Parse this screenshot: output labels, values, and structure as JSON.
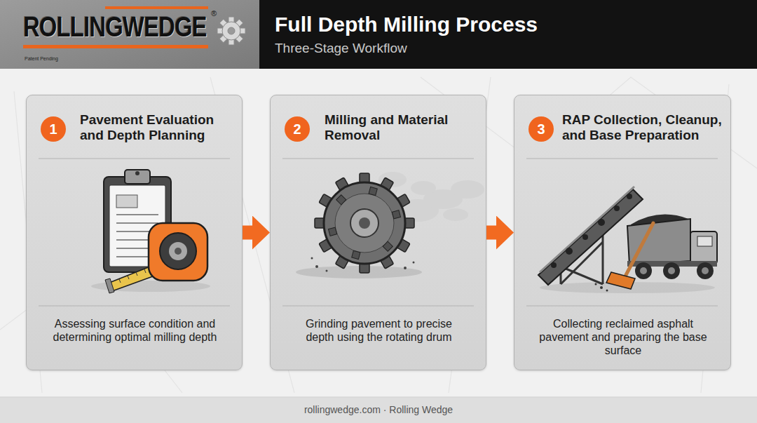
{
  "diagram": {
    "title": "Full Depth Milling Process",
    "caption": "rollingwedge.com · Rolling Wedge",
    "nodes": [
      {
        "text": [
          "Pavement Evaluation and Depth Planning",
          "Assessing surface condition and determining optimal milling depth"
        ]
      },
      {
        "text": [
          "1"
        ],
        "in": 0
      },
      {
        "text": [
          "Milling and Material Removal",
          "Grinding pavement to precise depth using the rotating drum"
        ]
      },
      {
        "text": [
          "2"
        ],
        "in": 2
      },
      {
        "text": [
          "RAP Collection, Cleanup, and Base Preparation",
          "Collecting reclaimed asphalt pavement and preparing the base surface"
        ]
      },
      {
        "text": [
          "3"
        ],
        "in": 4
      }
    ],
    "edges": [
      {
        "from": 0,
        "to": 2,
        "arrow": "to"
      },
      {
        "from": 2,
        "to": 4,
        "arrow": "to"
      }
    ],
    "labels": [
      "ROLLINGWEDGE",
      "®",
      "Patent Pending",
      "Three-Stage Workflow"
    ]
  }
}
